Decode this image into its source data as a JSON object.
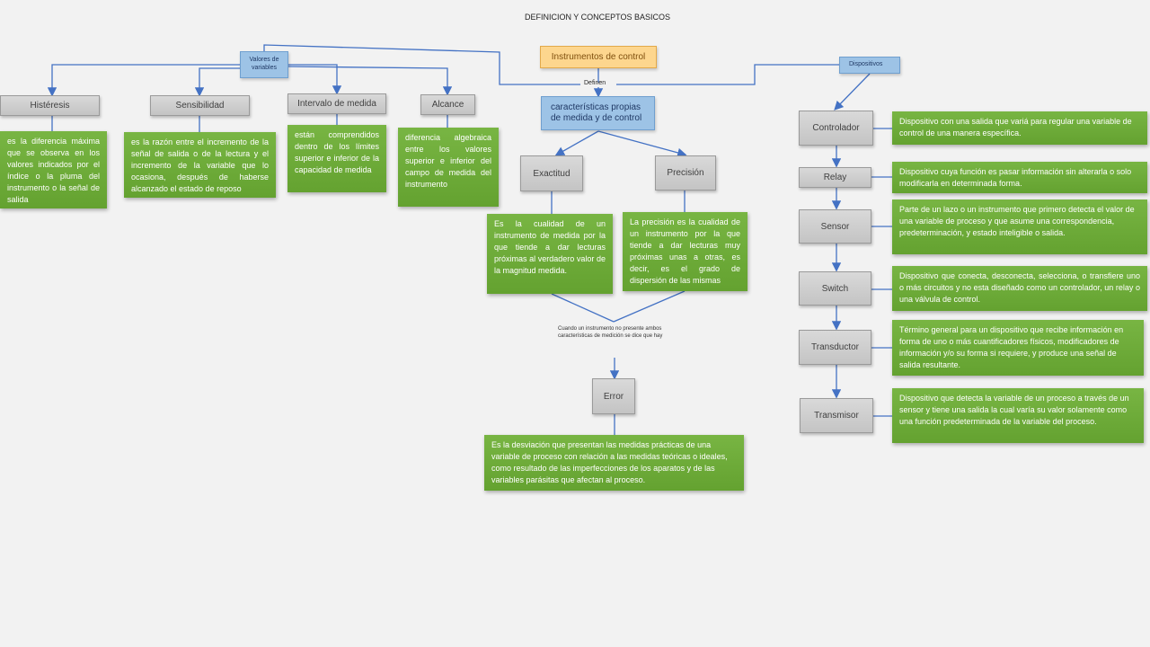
{
  "title": "DEFINICION Y CONCEPTOS BASICOS",
  "colors": {
    "concept_fill": "#c9c9c9",
    "definition_fill": "#6aa935",
    "category_fill": "#9dc3e6",
    "root_fill": "#fdd68e",
    "connector": "#4472c4"
  },
  "root": {
    "label": "Instrumentos de control"
  },
  "link_label": "Definen",
  "branches": {
    "valores": {
      "label": "Valores de variables"
    },
    "caracteristicas": {
      "label": "características propias de medida y de control"
    },
    "dispositivos": {
      "label": "Dispositivos"
    }
  },
  "valores_items": {
    "histeresis": {
      "label": "Histéresis",
      "def": "es la diferencia máxima que se observa en los valores indicados por el índice o la pluma del instrumento o la señal de salida"
    },
    "sensibilidad": {
      "label": "Sensibilidad",
      "def": "es la razón entre el incremento de la señal de salida o de la lectura y el incremento de la variable que lo ocasiona, después de haberse alcanzado el estado de reposo"
    },
    "intervalo": {
      "label": "Intervalo de medida",
      "def": "están comprendidos dentro de los límites superior e inferior de la capacidad de medida"
    },
    "alcance": {
      "label": "Alcance",
      "def": "diferencia algebraica entre los valores superior e inferior del campo de medida del instrumento"
    }
  },
  "caracteristicas_items": {
    "exactitud": {
      "label": "Exactitud",
      "def": "Es la cualidad de un instrumento de medida por la que tiende a dar lecturas próximas al verdadero valor de la magnitud medida."
    },
    "precision": {
      "label": "Precisión",
      "def": "La precisión es la cualidad de un instrumento por la que tiende a dar lecturas muy próximas unas a otras, es decir, es el grado de dispersión de las mismas"
    },
    "error_note": "Cuando un instrumento no presente ambos características de medición se dice que hay",
    "error": {
      "label": "Error",
      "def": "Es la desviación que presentan las medidas prácticas de una variable de proceso con relación a las medidas teóricas o ideales, como resultado de las imperfecciones de los aparatos y de las variables parásitas que afectan al proceso."
    }
  },
  "dispositivos_items": {
    "controlador": {
      "label": "Controlador",
      "def": "Dispositivo con una salida que variá para regular una variable de control de una manera específica."
    },
    "relay": {
      "label": "Relay",
      "def": "Dispositivo cuya función es pasar información sin alterarla o solo modificarla en determinada forma."
    },
    "sensor": {
      "label": "Sensor",
      "def": "Parte de un lazo o un instrumento que primero detecta el valor de una variable de proceso y que asume una correspondencia, predeterminación, y estado inteligible o salida."
    },
    "switch": {
      "label": "Switch",
      "def": "Dispositivo que conecta, desconecta, selecciona, o transfiere uno o más circuitos y no esta diseñado como un controlador, un relay o una válvula de control."
    },
    "transductor": {
      "label": "Transductor",
      "def": "Término general para un dispositivo que recibe información en forma de uno o más cuantificadores físicos, modificadores de información y/o su forma si requiere, y produce una señal de salida resultante."
    },
    "transmisor": {
      "label": "Transmisor",
      "def": "Dispositivo que detecta la variable de un proceso a través de un sensor y tiene una salida la cual varía su valor solamente como una función predeterminada de la variable del proceso."
    }
  }
}
